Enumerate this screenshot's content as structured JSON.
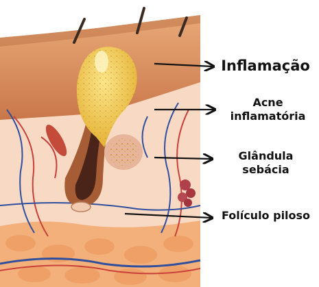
{
  "labels": {
    "inflamacao": "Inflamação",
    "acne_line1": "Acne",
    "acne_line2": "inflamatória",
    "glandula_line1": "Glândula",
    "glandula_line2": "sebácia",
    "foliculo": "Folículo piloso"
  },
  "colors": {
    "epidermis": "#d98c5a",
    "dermis": "#f7d9c4",
    "fat": "#f3b07a",
    "pus": "#f1c94e",
    "follicle": "#8a4a2a",
    "vein": "#2f4f9e",
    "artery": "#c9403a",
    "arrow": "#111111"
  }
}
